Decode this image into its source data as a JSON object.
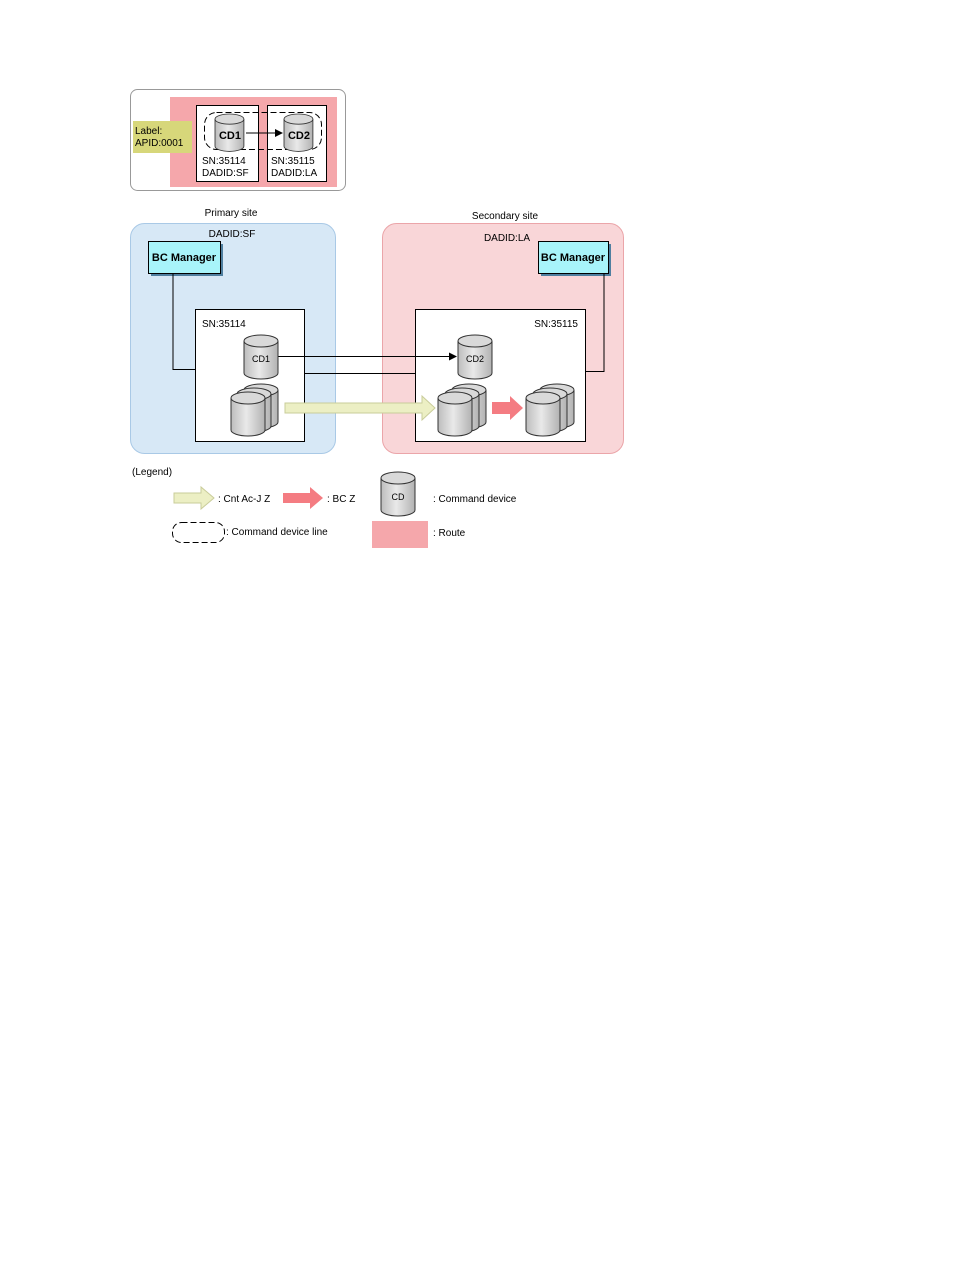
{
  "inset": {
    "label_line1": "Label:",
    "label_line2": "APID:0001",
    "cd1": "CD1",
    "cd2": "CD2",
    "left_sn": "SN:35114",
    "left_dadid": "DADID:SF",
    "right_sn": "SN:35115",
    "right_dadid": "DADID:LA"
  },
  "primary": {
    "site_title": "Primary site",
    "dadid": "DADID:SF",
    "manager": "BC Manager",
    "sn": "SN:35114",
    "cd": "CD1"
  },
  "secondary": {
    "site_title": "Secondary site",
    "dadid": "DADID:LA",
    "manager": "BC Manager",
    "sn": "SN:35115",
    "cd": "CD2"
  },
  "legend": {
    "title": "(Legend)",
    "cnt_acj": ": Cnt Ac-J Z",
    "bcz": ": BC Z",
    "cd_symbol": "CD",
    "command_device": ": Command device",
    "command_device_line": ": Command device line",
    "route": ": Route"
  },
  "colors": {
    "primary_bg": "#d7e8f6",
    "secondary_bg": "#f9d6d8",
    "route": "#f5a7ab",
    "label_bg": "#d7d77a",
    "manager_bg": "#a8f4fa",
    "cnt_acj_arrow": "#ecefc4",
    "bcz_arrow": "#f47c82"
  }
}
